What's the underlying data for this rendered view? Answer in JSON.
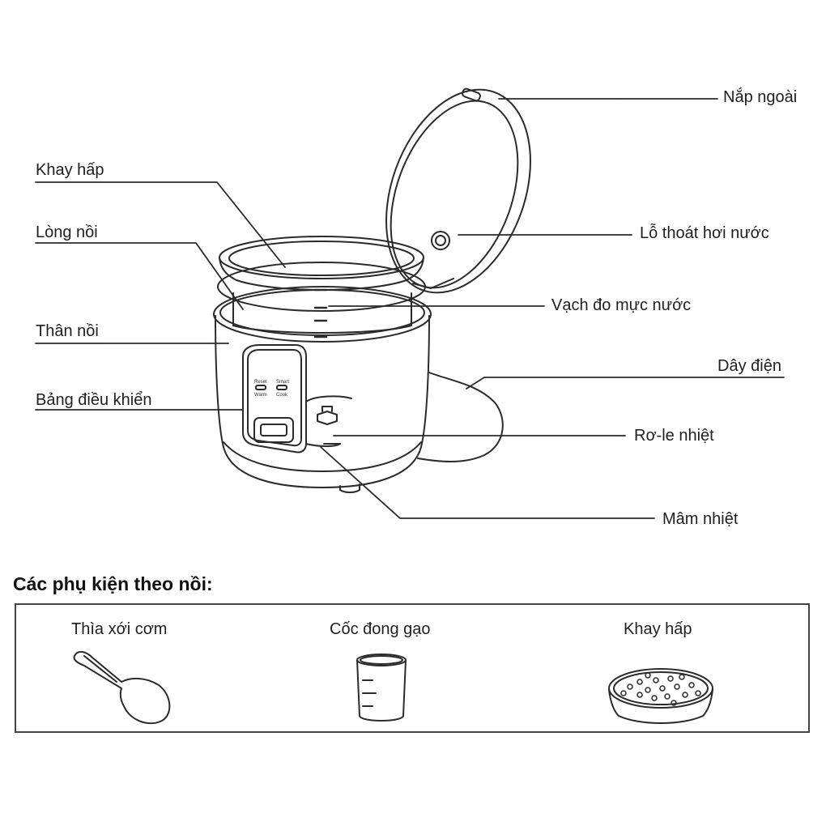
{
  "callouts": {
    "outer_lid": "Nắp ngoài",
    "steam_tray": "Khay hấp",
    "inner_pot": "Lòng nồi",
    "steam_vent": "Lỗ thoát hơi nước",
    "water_level_marks": "Vạch đo mực nước",
    "body": "Thân nồi",
    "power_cord": "Dây điện",
    "control_panel": "Bảng điều khiển",
    "thermal_relay": "Rơ-le nhiệt",
    "heating_plate": "Mâm nhiệt"
  },
  "panel_text": {
    "left_top": "Reset",
    "left_bottom": "Warm",
    "right_top": "Smart",
    "right_bottom": "Cook"
  },
  "accessories": {
    "title": "Các phụ kiện theo nồi:",
    "items": [
      {
        "label": "Thìa xới cơm",
        "icon": "rice-paddle-icon"
      },
      {
        "label": "Cốc đong gạo",
        "icon": "measuring-cup-icon"
      },
      {
        "label": "Khay hấp",
        "icon": "steamer-tray-icon"
      }
    ]
  },
  "colors": {
    "line": "#2b2b2b",
    "label_text": "#1f1f1f"
  }
}
